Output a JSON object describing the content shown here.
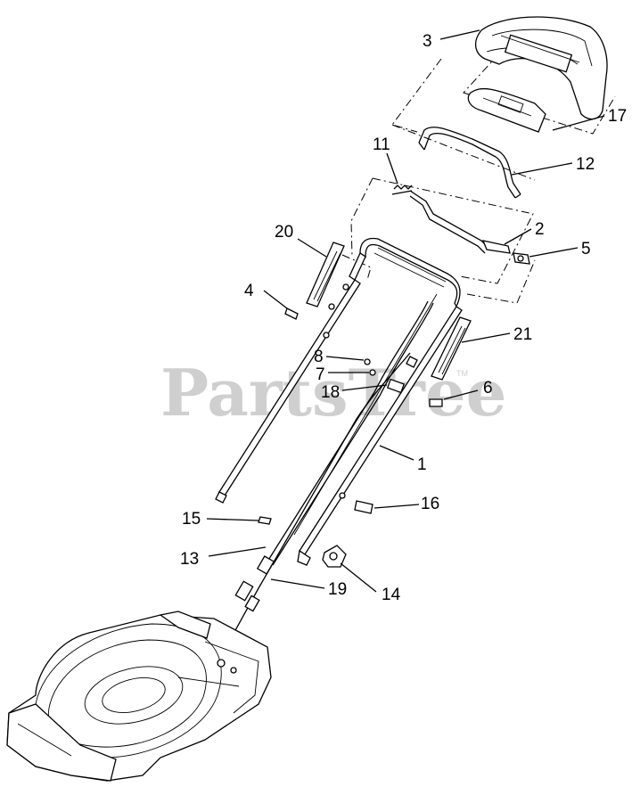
{
  "watermark": {
    "text": "PartsTree",
    "tm": "TM"
  },
  "callouts": [
    {
      "id": "3",
      "label": "3"
    },
    {
      "id": "17",
      "label": "17"
    },
    {
      "id": "11",
      "label": "11"
    },
    {
      "id": "12",
      "label": "12"
    },
    {
      "id": "20",
      "label": "20"
    },
    {
      "id": "2",
      "label": "2"
    },
    {
      "id": "5",
      "label": "5"
    },
    {
      "id": "4",
      "label": "4"
    },
    {
      "id": "21",
      "label": "21"
    },
    {
      "id": "8",
      "label": "8"
    },
    {
      "id": "7",
      "label": "7"
    },
    {
      "id": "18",
      "label": "18"
    },
    {
      "id": "6",
      "label": "6"
    },
    {
      "id": "1",
      "label": "1"
    },
    {
      "id": "16",
      "label": "16"
    },
    {
      "id": "15",
      "label": "15"
    },
    {
      "id": "13",
      "label": "13"
    },
    {
      "id": "19",
      "label": "19"
    },
    {
      "id": "14",
      "label": "14"
    }
  ]
}
